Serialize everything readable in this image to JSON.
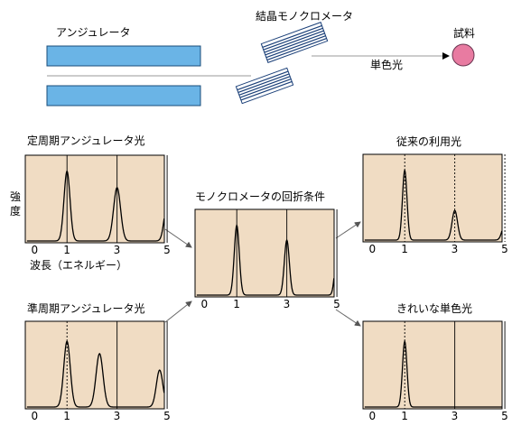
{
  "labels": {
    "undulator": "アンジュレータ",
    "crystal_mono": "結晶モノクロメータ",
    "mono_light": "単色光",
    "sample": "試料",
    "intensity_top": "強",
    "intensity_bottom": "度",
    "wavelength_axis": "波長（エネルギー）"
  },
  "colors": {
    "magnet": "#6ab4e6",
    "magnet_stroke": "#1a4d7a",
    "crystal_fill": "#ffffff",
    "crystal_lines": "#1a3f78",
    "sample": "#e87ba1",
    "panel_bg": "#f0dcc3"
  },
  "chart_data": [
    {
      "type": "line",
      "title": "定周期アンジュレータ光",
      "x_ticks": [
        "0",
        "1",
        "3",
        "5"
      ],
      "marker_lines": [
        {
          "x": 1,
          "style": "solid"
        },
        {
          "x": 3,
          "style": "solid"
        },
        {
          "x": 5,
          "style": "solid"
        }
      ],
      "peaks": [
        {
          "x": 1,
          "height": 0.85,
          "width": 0.12
        },
        {
          "x": 3,
          "height": 0.65,
          "width": 0.14
        },
        {
          "x": 5,
          "height": 0.45,
          "width": 0.12
        }
      ]
    },
    {
      "type": "line",
      "title": "準周期アンジュレータ光",
      "x_ticks": [
        "0",
        "1",
        "3",
        "5"
      ],
      "marker_lines": [
        {
          "x": 1,
          "style": "dotted"
        },
        {
          "x": 3,
          "style": "solid"
        },
        {
          "x": 5,
          "style": "solid"
        }
      ],
      "peaks": [
        {
          "x": 1,
          "height": 0.8,
          "width": 0.13
        },
        {
          "x": 2.3,
          "height": 0.65,
          "width": 0.14
        },
        {
          "x": 4.7,
          "height": 0.45,
          "width": 0.13
        }
      ]
    },
    {
      "type": "line",
      "title": "モノクロメータの回折条件",
      "x_ticks": [
        "0",
        "1",
        "3",
        "5"
      ],
      "marker_lines": [
        {
          "x": 1,
          "style": "solid"
        },
        {
          "x": 3,
          "style": "solid"
        },
        {
          "x": 5,
          "style": "solid"
        }
      ],
      "peaks": [
        {
          "x": 1,
          "height": 0.85,
          "width": 0.1
        },
        {
          "x": 3,
          "height": 0.67,
          "width": 0.1
        },
        {
          "x": 5,
          "height": 0.5,
          "width": 0.09
        }
      ]
    },
    {
      "type": "line",
      "title": "従来の利用光",
      "x_ticks": [
        "0",
        "1",
        "3",
        "5"
      ],
      "marker_lines": [
        {
          "x": 1,
          "style": "dotted"
        },
        {
          "x": 3,
          "style": "dotted"
        },
        {
          "x": 5,
          "style": "dotted"
        }
      ],
      "peaks": [
        {
          "x": 1,
          "height": 0.85,
          "width": 0.09
        },
        {
          "x": 3,
          "height": 0.36,
          "width": 0.11
        },
        {
          "x": 5,
          "height": 0.2,
          "width": 0.11
        }
      ]
    },
    {
      "type": "line",
      "title": "きれいな単色光",
      "x_ticks": [
        "0",
        "1",
        "3",
        "5"
      ],
      "marker_lines": [
        {
          "x": 1,
          "style": "dotted"
        },
        {
          "x": 3,
          "style": "solid"
        },
        {
          "x": 5,
          "style": "solid"
        }
      ],
      "peaks": [
        {
          "x": 1,
          "height": 0.8,
          "width": 0.09
        }
      ]
    }
  ]
}
